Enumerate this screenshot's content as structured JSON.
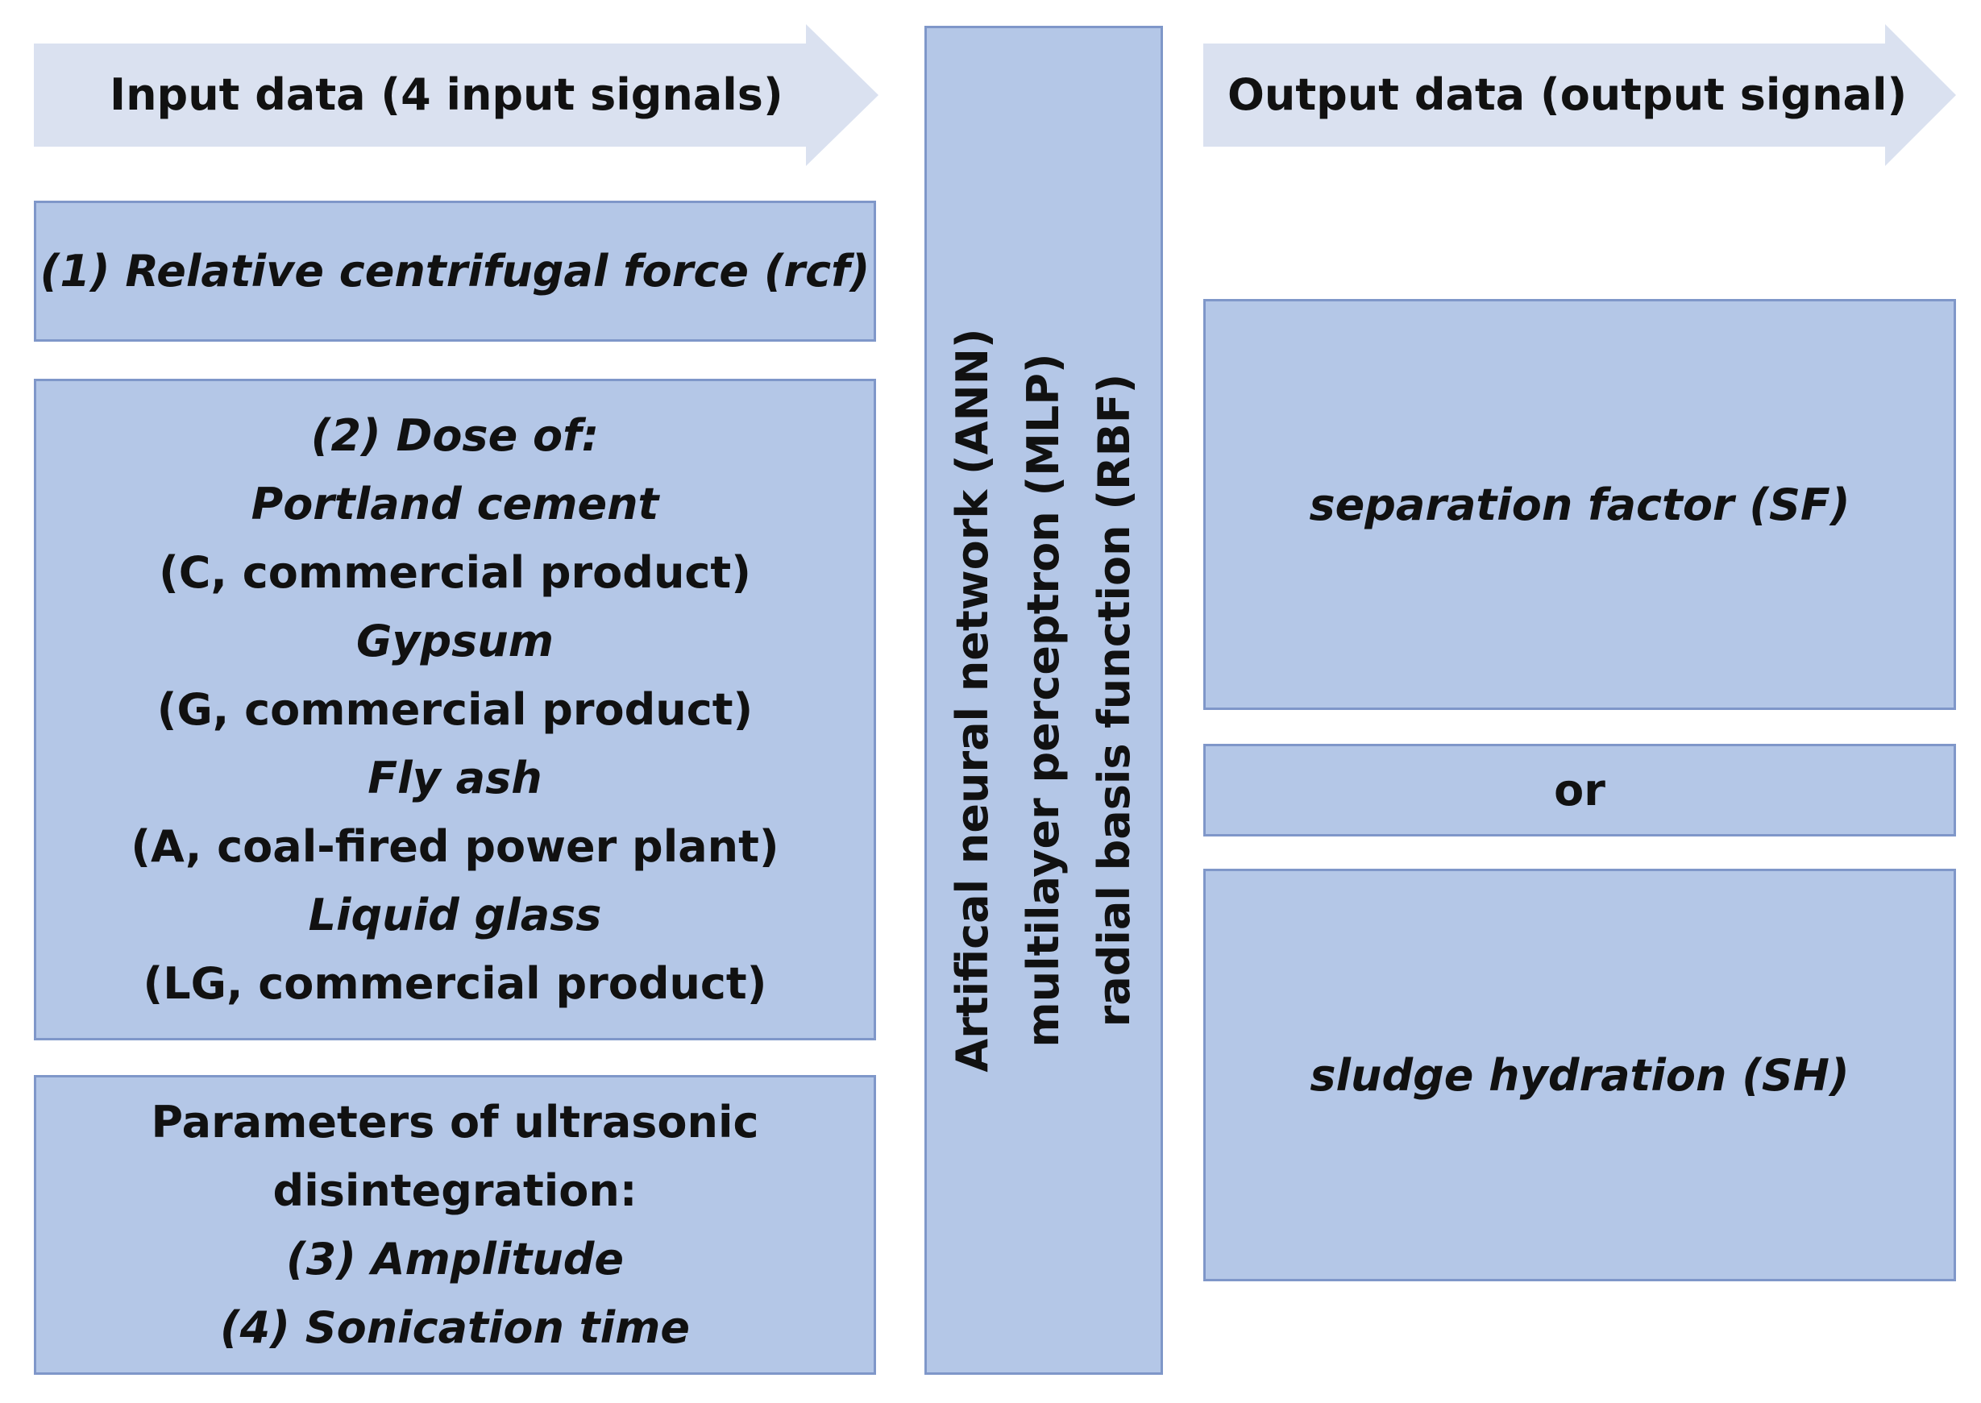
{
  "input_arrow": {
    "label": "Input data (4 input signals)"
  },
  "output_arrow": {
    "label": "Output data (output signal)"
  },
  "input_boxes": {
    "rcf": {
      "text": "(1) Relative centrifugal force (rcf)"
    },
    "dose": {
      "heading": "(2) Dose of:",
      "portland": "Portland cement",
      "portland_note": "(C, commercial product)",
      "gypsum": "Gypsum",
      "gypsum_note": "(G, commercial product)",
      "flyash": "Fly ash",
      "flyash_note": "(A, coal-fired power plant)",
      "liquidglass": "Liquid glass",
      "liquidglass_note": "(LG, commercial product)"
    },
    "ultrasonic": {
      "line1": "Parameters of ultrasonic",
      "line2": "disintegration:",
      "amplitude": "(3) Amplitude",
      "sonication": "(4) Sonication time"
    }
  },
  "ann": {
    "line1": "Artifical neural network (ANN)",
    "line2": "multilayer perceptron (MLP)",
    "line3": "radial basis function (RBF)"
  },
  "outputs": {
    "sf": "separation factor (SF)",
    "or": "or",
    "sh": "sludge hydration (SH)"
  },
  "colors": {
    "box_fill": "#b4c7e7",
    "box_border": "#7f97c9",
    "arrow_fill": "#dae1f0"
  }
}
